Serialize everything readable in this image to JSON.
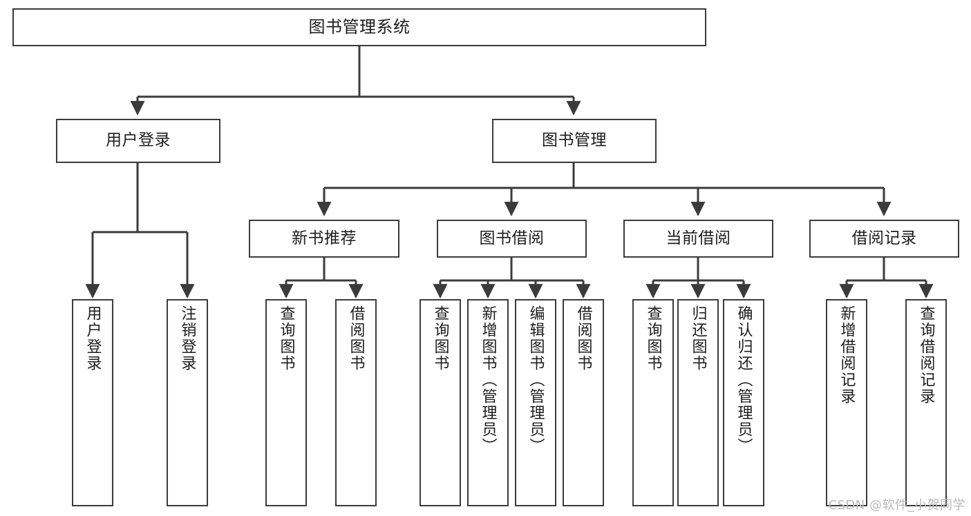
{
  "diagram": {
    "title": "图书管理系统",
    "type": "tree-hierarchy",
    "background_color": "#ffffff",
    "line_color": "#3b3b3b",
    "text_color": "#1d1d1d"
  },
  "watermark": {
    "text": "CSDN @软件_小贺同学",
    "color": "#b9b9b9"
  },
  "nodes": {
    "root": {
      "label": "图书管理系统"
    },
    "level1": [
      {
        "label": "用户登录"
      },
      {
        "label": "图书管理"
      }
    ],
    "level2": [
      {
        "label": "新书推荐"
      },
      {
        "label": "图书借阅"
      },
      {
        "label": "当前借阅"
      },
      {
        "label": "借阅记录"
      }
    ],
    "leaves": {
      "user_login": [
        {
          "label": "用户登录"
        },
        {
          "label": "注销登录"
        }
      ],
      "new_book_recommend": [
        {
          "label": "查询图书"
        },
        {
          "label": "借阅图书"
        }
      ],
      "book_borrow": [
        {
          "label": "查询图书"
        },
        {
          "label": "新增图书（管理员）"
        },
        {
          "label": "编辑图书（管理员）"
        },
        {
          "label": "借阅图书"
        }
      ],
      "current_borrow": [
        {
          "label": "查询图书"
        },
        {
          "label": "归还图书"
        },
        {
          "label": "确认归还（管理员）"
        }
      ],
      "borrow_record": [
        {
          "label": "新增借阅记录"
        },
        {
          "label": "查询借阅记录"
        }
      ]
    }
  }
}
